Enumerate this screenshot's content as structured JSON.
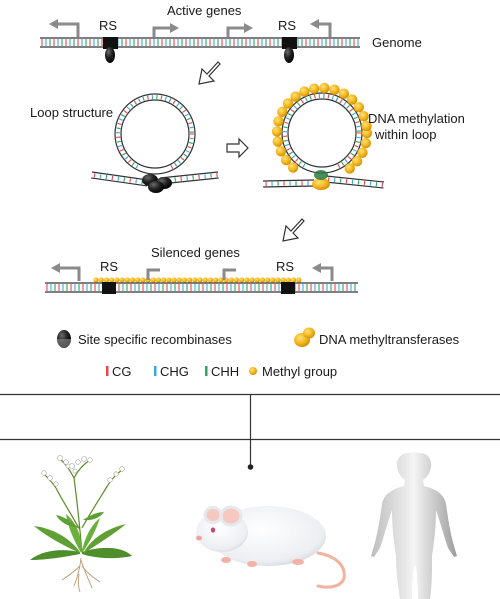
{
  "labels": {
    "rs": "RS",
    "active_genes": "Active genes",
    "genome": "Genome",
    "loop_structure": "Loop structure",
    "dna_methylation_line1": "DNA methylation",
    "dna_methylation_line2": "within loop",
    "silenced_genes": "Silenced genes"
  },
  "legend": {
    "recombinases": "Site specific recombinases",
    "methyltransferases": "DNA methyltransferases",
    "cg": "CG",
    "chg": "CHG",
    "chh": "CHH",
    "methyl_group": "Methyl group"
  },
  "colors": {
    "cg": "#e8474c",
    "chg": "#3aa8dd",
    "chh": "#2ea36b",
    "methyl": "#f0b318",
    "recombinase": "#1c1c1c",
    "arrow": "#8a8a8a",
    "divider": "#333333"
  },
  "icons": [
    "site-specific-recombinase-icon",
    "dna-methyltransferase-icon",
    "methyl-group-icon",
    "plant-illustration",
    "mouse-illustration",
    "human-illustration"
  ]
}
